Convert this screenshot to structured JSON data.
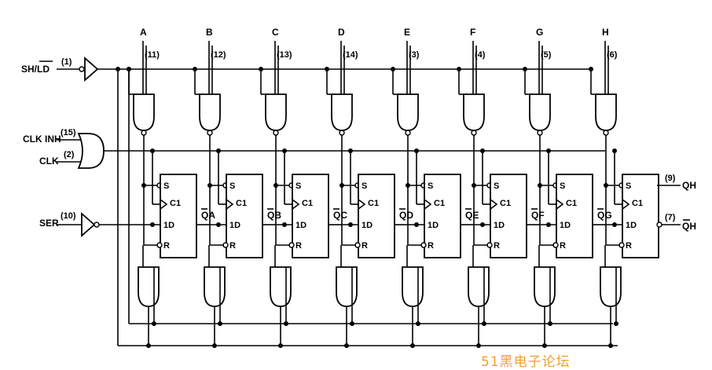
{
  "inputs": {
    "sh_ld": {
      "label": "SH/LD",
      "overbar_part": "LD",
      "pin": "(1)"
    },
    "clk_inh": {
      "label": "CLK INH",
      "pin": "(15)"
    },
    "clk": {
      "label": "CLK",
      "pin": "(2)"
    },
    "ser": {
      "label": "SER",
      "pin": "(10)"
    }
  },
  "stages": [
    {
      "input": "A",
      "pin": "(11)",
      "q_label": "QA"
    },
    {
      "input": "B",
      "pin": "(12)",
      "q_label": "QB"
    },
    {
      "input": "C",
      "pin": "(13)",
      "q_label": "QC"
    },
    {
      "input": "D",
      "pin": "(14)",
      "q_label": "QD"
    },
    {
      "input": "E",
      "pin": "(3)",
      "q_label": "QE"
    },
    {
      "input": "F",
      "pin": "(4)",
      "q_label": "QF"
    },
    {
      "input": "G",
      "pin": "(5)",
      "q_label": "QG"
    },
    {
      "input": "H",
      "pin": "(6)",
      "q_label": ""
    }
  ],
  "flipflop": {
    "set": "S",
    "clock": "C1",
    "data": "1D",
    "reset": "R"
  },
  "outputs": {
    "qh": {
      "label": "QH",
      "pin": "(9)"
    },
    "qh_bar": {
      "label": "QH",
      "pin": "(7)"
    }
  },
  "watermark": "51黑电子论坛"
}
